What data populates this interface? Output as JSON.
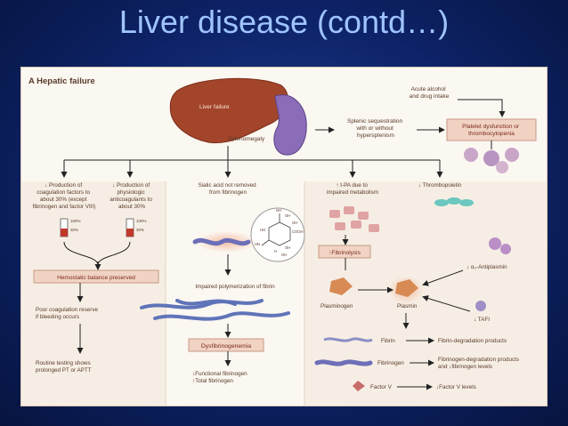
{
  "slide": {
    "title": "Liver disease (contd…)"
  },
  "panel": {
    "heading": "A  Hepatic failure",
    "liver_label": "Liver failure",
    "spleno_label": "Splenomegaly",
    "alcohol": [
      "Acute alcohol",
      "and drug intake"
    ],
    "splenic": [
      "Splenic sequestration",
      "with or without",
      "hypersplenism"
    ],
    "platelet_box": [
      "Platelet dysfunction or",
      "thrombocytopenia"
    ],
    "coag": [
      "↓ Production of",
      "coagulation factors to",
      "about 30% (except",
      "fibrinogen and factor VIII)"
    ],
    "physio": [
      "↓ Production of",
      "physiologic",
      "anticoagulants to",
      "about 30%"
    ],
    "sialic": [
      "Sialic acid not removed",
      "from fibrinogen"
    ],
    "tpa": [
      "↑ t-PA due to",
      "impaired metabolism"
    ],
    "thrombo": "↓ Thrombopoietin",
    "tube_hi": "100%",
    "tube_lo": "30%",
    "hemostatic_box": "Hemostatic balance preserved",
    "poor": [
      "Poor coagulation reserve",
      "if bleeding occurs"
    ],
    "routine": [
      "Routine testing shows",
      "prolonged PT or APTT"
    ],
    "impaired_poly": "Impaired polymerization of fibrin",
    "dysfib_box": "Dysfibrinogenemia",
    "func_fib": [
      "↓Functional fibrinogen",
      "↑Total fibrinogen"
    ],
    "fibrinolysis_box": "↑Fibrinolysis",
    "antiplasmin": "↓ α₂-Antiplasmin",
    "plasminogen": "Plasminogen",
    "plasmin": "Plasmin",
    "tafi": "↓ TAFI",
    "legend": [
      {
        "name": "Fibrin",
        "result": [
          "Fibrin-degradation products"
        ]
      },
      {
        "name": "Fibrinogen",
        "result": [
          "Fibrinogen-degradation products",
          "and ↓fibrinogen levels"
        ]
      },
      {
        "name": "Factor V",
        "result": [
          "↓Factor V levels"
        ]
      }
    ],
    "molecule_atoms": [
      "OH",
      "OH",
      "OH",
      "HO",
      "COOH",
      "OH",
      "HN",
      "H",
      "OH"
    ]
  }
}
